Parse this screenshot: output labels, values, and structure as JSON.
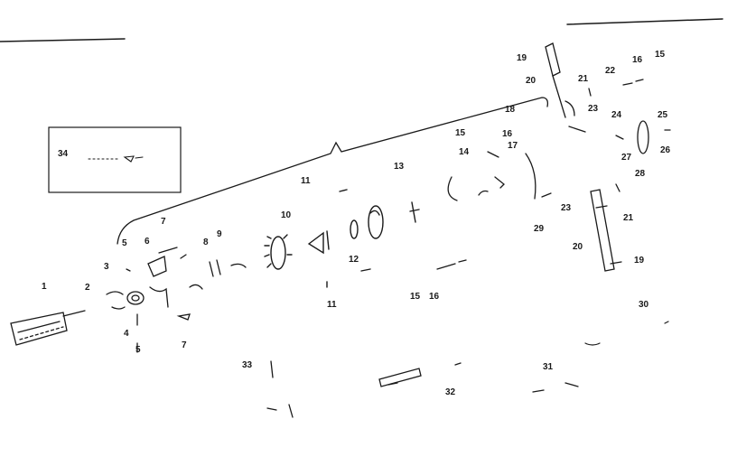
{
  "colors": {
    "ink": "#1a1a1a",
    "background": "#ffffff"
  },
  "inset": {
    "label": "34"
  },
  "callouts": [
    {
      "id": "c1",
      "label": "1"
    },
    {
      "id": "c2",
      "label": "2"
    },
    {
      "id": "c3",
      "label": "3"
    },
    {
      "id": "c4",
      "label": "4"
    },
    {
      "id": "c5a",
      "label": "5"
    },
    {
      "id": "c5b",
      "label": "5"
    },
    {
      "id": "c6",
      "label": "6"
    },
    {
      "id": "c7a",
      "label": "7"
    },
    {
      "id": "c7b",
      "label": "7"
    },
    {
      "id": "c8",
      "label": "8"
    },
    {
      "id": "c9",
      "label": "9"
    },
    {
      "id": "c10",
      "label": "10"
    },
    {
      "id": "c11a",
      "label": "11"
    },
    {
      "id": "c11b",
      "label": "11"
    },
    {
      "id": "c12",
      "label": "12"
    },
    {
      "id": "c13",
      "label": "13"
    },
    {
      "id": "c14",
      "label": "14"
    },
    {
      "id": "c15a",
      "label": "15"
    },
    {
      "id": "c15b",
      "label": "15"
    },
    {
      "id": "c15c",
      "label": "15"
    },
    {
      "id": "c16a",
      "label": "16"
    },
    {
      "id": "c16b",
      "label": "16"
    },
    {
      "id": "c16c",
      "label": "16"
    },
    {
      "id": "c17",
      "label": "17"
    },
    {
      "id": "c18",
      "label": "18"
    },
    {
      "id": "c19a",
      "label": "19"
    },
    {
      "id": "c19b",
      "label": "19"
    },
    {
      "id": "c20a",
      "label": "20"
    },
    {
      "id": "c20b",
      "label": "20"
    },
    {
      "id": "c21a",
      "label": "21"
    },
    {
      "id": "c21b",
      "label": "21"
    },
    {
      "id": "c22",
      "label": "22"
    },
    {
      "id": "c23a",
      "label": "23"
    },
    {
      "id": "c23b",
      "label": "23"
    },
    {
      "id": "c24",
      "label": "24"
    },
    {
      "id": "c25",
      "label": "25"
    },
    {
      "id": "c26",
      "label": "26"
    },
    {
      "id": "c27",
      "label": "27"
    },
    {
      "id": "c28",
      "label": "28"
    },
    {
      "id": "c29",
      "label": "29"
    },
    {
      "id": "c30",
      "label": "30"
    },
    {
      "id": "c31",
      "label": "31"
    },
    {
      "id": "c32",
      "label": "32"
    },
    {
      "id": "c33",
      "label": "33"
    }
  ]
}
